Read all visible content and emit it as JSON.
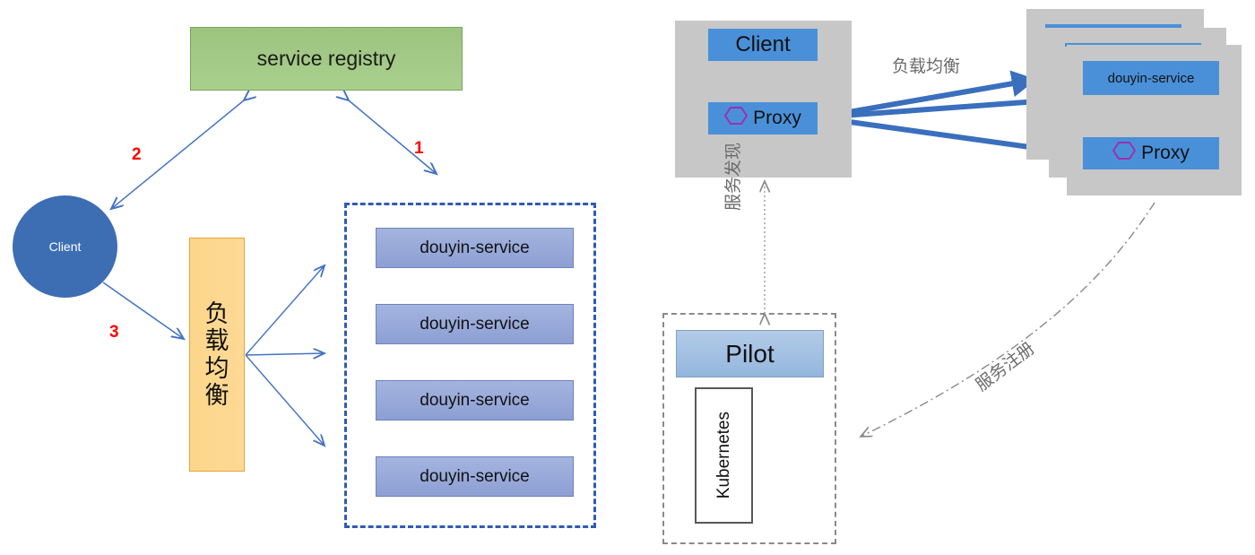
{
  "diagram": {
    "title": "Service registry / load balancing and Istio service mesh architecture",
    "left": {
      "registry": {
        "label": "service registry",
        "color": "#a9cf8c"
      },
      "client": {
        "label": "Client",
        "color": "#3d6eb4"
      },
      "load_balancer": {
        "label": "负载均衡",
        "chars": [
          "负",
          "载",
          "均",
          "衡"
        ],
        "color": "#fcd68a"
      },
      "services_group": {
        "border_color": "#2f5bb5",
        "style": "dashed"
      },
      "services": [
        {
          "label": "douyin-service"
        },
        {
          "label": "douyin-service"
        },
        {
          "label": "douyin-service"
        },
        {
          "label": "douyin-service"
        }
      ],
      "step_numbers": [
        {
          "label": "1",
          "color": "#ff0000"
        },
        {
          "label": "2",
          "color": "#ff0000"
        },
        {
          "label": "3",
          "color": "#ff0000"
        }
      ],
      "arrow_color": "#4472c4"
    },
    "right": {
      "client_pod": {
        "panel_color": "#c7c7c7",
        "app": {
          "label": "Client",
          "color": "#4a90d9"
        },
        "proxy": {
          "label": "Proxy",
          "icon": "hexagon-icon",
          "icon_color": "#9b30b0",
          "color": "#4a90d9"
        }
      },
      "service_pod": {
        "panel_color": "#c7c7c7",
        "stack_count": 3,
        "app": {
          "label": "douyin-service",
          "color": "#4a90d9"
        },
        "proxy": {
          "label": "Proxy",
          "icon": "hexagon-icon",
          "icon_color": "#9b30b0",
          "color": "#4a90d9"
        }
      },
      "control_plane": {
        "pilot": {
          "label": "Pilot",
          "color": "#93b6de"
        },
        "platform": {
          "label": "Kubernetes",
          "orientation": "vertical"
        },
        "border_style": "dash-dot",
        "border_color": "#8a8a8a"
      },
      "labels": {
        "load_balancing": "负载均衡",
        "service_discovery": "服务发现",
        "service_registration": "服务注册",
        "color": "#6b6b6b"
      },
      "arrow_color": "#3a6fbd"
    }
  }
}
